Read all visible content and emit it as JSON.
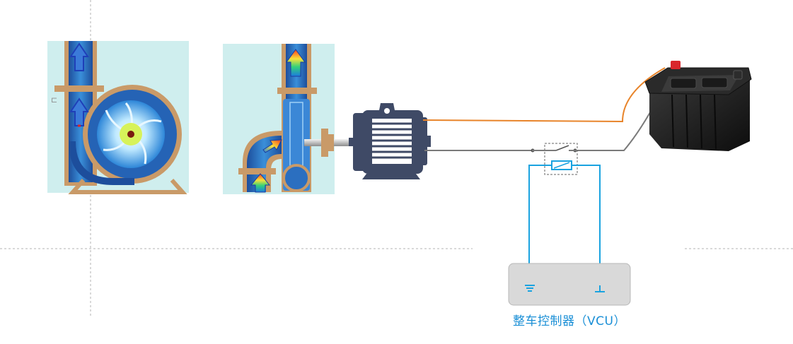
{
  "diagram": {
    "vcu_label": "整车控制器（VCU）",
    "colors": {
      "pump_background": "#cfeeee",
      "pipe_casing": "#c99a68",
      "water_blue": "#1e5fb3",
      "motor_body": "#3f4a66",
      "orange_wire": "#e8842a",
      "gray_wire": "#7a7a7a",
      "control_wire": "#1aa3e0",
      "battery_body": "#1c1c1c",
      "battery_positive": "#d9262c",
      "vcu_box": "#d9d9d9",
      "guide_line": "#b3b3b3"
    },
    "components": [
      "centrifugal-pump-cross-section",
      "axial-pump-cross-section",
      "electric-motor",
      "relay-switch",
      "relay-coil",
      "battery",
      "vehicle-control-unit"
    ]
  }
}
